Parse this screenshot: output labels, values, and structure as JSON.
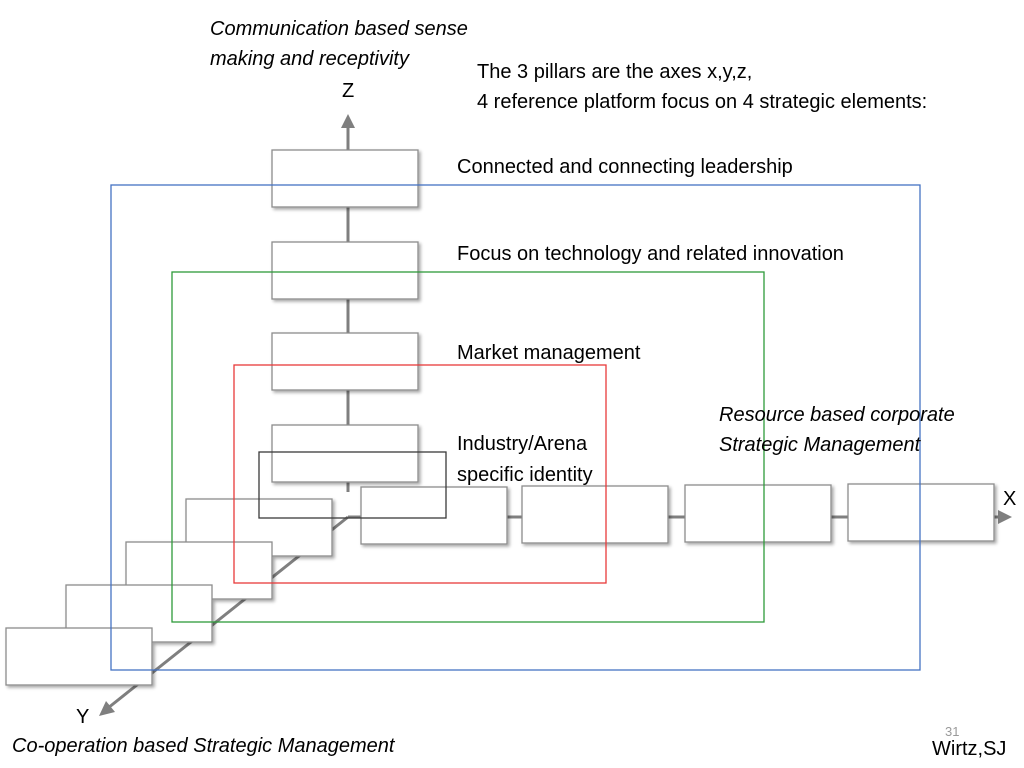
{
  "slide": {
    "z_caption_line1": "Communication based sense",
    "z_caption_line2": "making and receptivity",
    "intro_line1": "The 3 pillars are the axes x,y,z,",
    "intro_line2": "4 reference platform focus on 4 strategic elements:",
    "axis_x": "X",
    "axis_y": "Y",
    "axis_z": "Z",
    "element_1": "Connected and connecting leadership",
    "element_2": "Focus on technology and related innovation",
    "element_3": "Market management",
    "element_4_line1": "Industry/Arena",
    "element_4_line2": "specific identity",
    "x_caption_line1": "Resource based corporate",
    "x_caption_line2": "Strategic Management",
    "y_caption": "Co-operation based Strategic Management",
    "author": "Wirtz,SJ",
    "page_number": "31"
  },
  "colors": {
    "axis": "#7f7f7f",
    "box_border": "#8c8c8c",
    "frame_blue": "#4472c4",
    "frame_green": "#2e9a3a",
    "frame_red": "#e83a3a",
    "frame_black": "#3a3a3a"
  }
}
